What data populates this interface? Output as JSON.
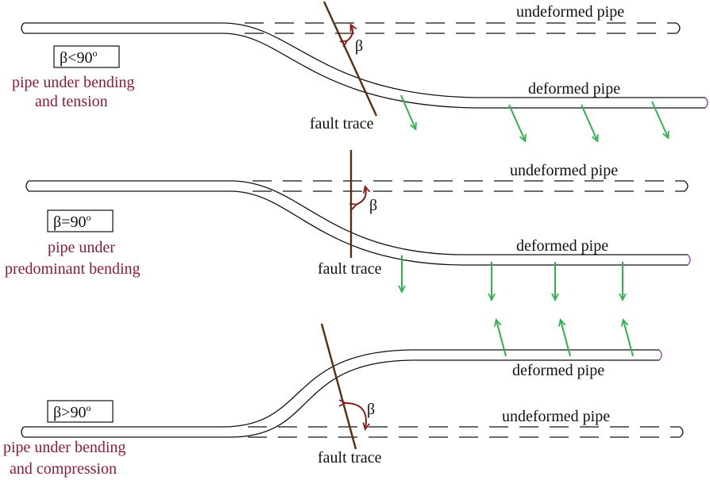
{
  "colors": {
    "pipe": "#111111",
    "fault": "#5a2d0c",
    "beta_arc": "#8b1a1a",
    "case_description": "#8b1a3a",
    "force_arrows": "#2db34a",
    "pipe_end": "#8a3fb0"
  },
  "panels": [
    {
      "id": "tension",
      "condition": "β<90",
      "condition_sup": "o",
      "description_line1": "pipe under bending",
      "description_line2": "and tension",
      "undeformed_label": "undeformed pipe",
      "deformed_label": "deformed pipe",
      "fault_label": "fault trace",
      "angle_symbol": "β"
    },
    {
      "id": "bending",
      "condition": "β=90",
      "condition_sup": "o",
      "description_line1": "pipe under",
      "description_line2": "predominant bending",
      "undeformed_label": "undeformed pipe",
      "deformed_label": "deformed pipe",
      "fault_label": "fault trace",
      "angle_symbol": "β"
    },
    {
      "id": "compression",
      "condition": "β>90",
      "condition_sup": "o",
      "description_line1": "pipe under bending",
      "description_line2": "and compression",
      "undeformed_label": "undeformed pipe",
      "deformed_label": "deformed pipe",
      "fault_label": "fault trace",
      "angle_symbol": "β"
    }
  ]
}
